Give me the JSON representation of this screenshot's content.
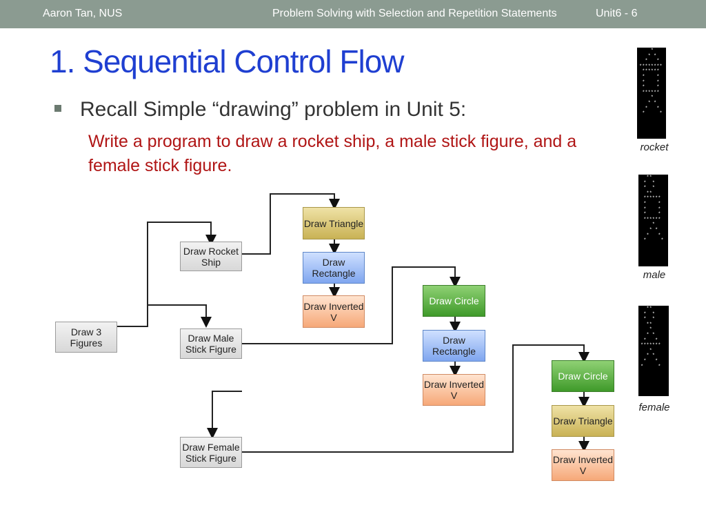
{
  "header": {
    "author": "Aaron Tan, NUS",
    "course": "Problem Solving with Selection and Repetition Statements",
    "slide": "Unit6 - 6"
  },
  "slide_title": "1. Sequential Control Flow",
  "bullet_text": "Recall Simple “drawing” problem in Unit 5:",
  "task_text": "Write a program to draw a rocket ship, a male stick figure, and a female stick figure.",
  "boxes": {
    "draw3": "Draw 3 Figures",
    "rocket": "Draw Rocket Ship",
    "male": "Draw Male Stick Figure",
    "female": "Draw Female Stick Figure",
    "r_triangle": "Draw Triangle",
    "r_rectangle": "Draw Rectangle",
    "r_invv": "Draw Inverted V",
    "m_circle": "Draw Circle",
    "m_rectangle": "Draw Rectangle",
    "m_invv": "Draw Inverted V",
    "f_circle": "Draw Circle",
    "f_triangle": "Draw Triangle",
    "f_invv": "Draw Inverted V"
  },
  "figures": {
    "rocket_label": "rocket",
    "rocket_art": "    *\n   * *\n  *   *\n********\n ******\n *    *\n *    *\n *    *\n ******\n    *\n   * *\n  *   *\n *     *",
    "male_label": "male",
    "male_art": "  **\n *  *\n *  *\n  **\n ******\n *    *\n *    *\n *    *\n ******\n    *\n   * *\n  *   *\n *     *",
    "female_label": "female",
    "female_art": "  **\n *  *\n *  *\n  **\n   *\n  * *\n *   *\n*******\n   *\n  * *\n *   *\n*     *"
  }
}
